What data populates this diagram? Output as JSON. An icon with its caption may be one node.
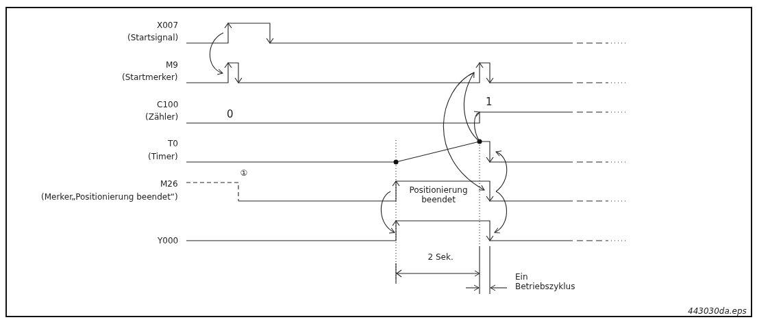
{
  "diagram": {
    "labels": [
      "X007",
      "(Startsignal)",
      "M9",
      "(Startmerker)",
      "C100",
      "0",
      "1",
      "(Zähler)",
      "T0",
      "(Timer)",
      "①",
      "M26",
      "Positionierung beendet",
      "(Merker„Positionierung beendet“)",
      "Y000",
      "2 Sek.",
      "Ein Betriebszyklus",
      "443030da.eps"
    ]
  }
}
